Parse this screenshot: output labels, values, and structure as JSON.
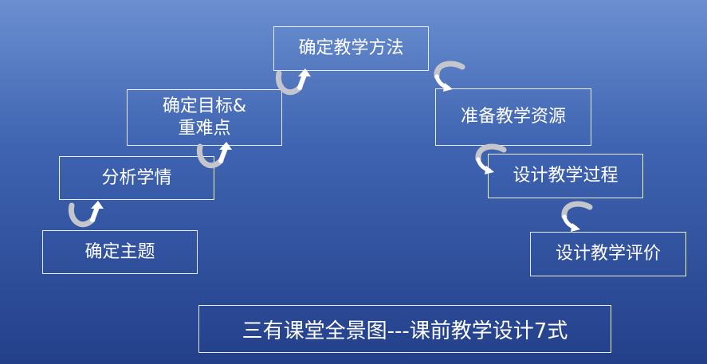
{
  "steps": {
    "s1": "确定主题",
    "s2": "分析学情",
    "s3": "确定目标&\n重难点",
    "s4": "确定教学方法",
    "s5": "准备教学资源",
    "s6": "设计教学过程",
    "s7": "设计教学评价"
  },
  "caption": "三有课堂全景图---课前教学设计7式",
  "colors": {
    "arrow_grey": "#c4c6cc",
    "arrow_white": "#ffffff",
    "border": "#e8eefc",
    "text": "#ffffff"
  }
}
